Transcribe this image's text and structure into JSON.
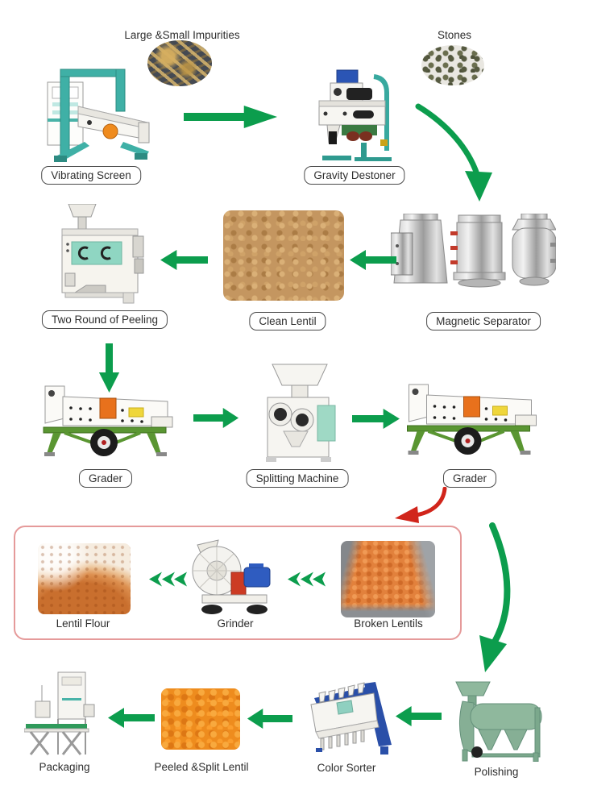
{
  "colors": {
    "arrow_green": "#0c9d4d",
    "arrow_red": "#d1251b",
    "highlight_box_border": "#e59a9a",
    "label_border": "#4a4a4a",
    "label_text": "#2e2e2e"
  },
  "nodes": {
    "large_small_impurities": {
      "label": "Large &Small Impurities",
      "type": "byproduct-photo"
    },
    "stones": {
      "label": "Stones",
      "type": "byproduct-photo"
    },
    "vibrating_screen": {
      "label": "Vibrating Screen",
      "type": "machine"
    },
    "gravity_destoner": {
      "label": "Gravity Destoner",
      "type": "machine"
    },
    "magnetic_separator": {
      "label": "Magnetic Separator",
      "type": "machine"
    },
    "clean_lentil": {
      "label": "Clean Lentil",
      "type": "product-photo"
    },
    "two_round_of_peeling": {
      "label": "Two Round of Peeling",
      "type": "machine"
    },
    "grader_1": {
      "label": "Grader",
      "type": "machine"
    },
    "splitting_machine": {
      "label": "Splitting Machine",
      "type": "machine"
    },
    "grader_2": {
      "label": "Grader",
      "type": "machine"
    },
    "lentil_flour": {
      "label": "Lentil Flour",
      "type": "product-photo"
    },
    "grinder": {
      "label": "Grinder",
      "type": "machine"
    },
    "broken_lentils": {
      "label": "Broken Lentils",
      "type": "product-photo"
    },
    "packaging": {
      "label": "Packaging",
      "type": "machine"
    },
    "peeled_split_lentil": {
      "label": "Peeled &Split Lentil",
      "type": "product-photo"
    },
    "color_sorter": {
      "label": "Color Sorter",
      "type": "machine"
    },
    "polishing": {
      "label": "Polishing",
      "type": "machine"
    }
  },
  "connections": [
    {
      "from": "vibrating_screen",
      "to": "gravity_destoner",
      "style": "green-straight-right"
    },
    {
      "from": "gravity_destoner",
      "to": "magnetic_separator",
      "style": "green-curved-down"
    },
    {
      "from": "magnetic_separator",
      "to": "clean_lentil",
      "style": "green-straight-left"
    },
    {
      "from": "clean_lentil",
      "to": "two_round_of_peeling",
      "style": "green-straight-left"
    },
    {
      "from": "two_round_of_peeling",
      "to": "grader_1",
      "style": "green-straight-down"
    },
    {
      "from": "grader_1",
      "to": "splitting_machine",
      "style": "green-straight-right"
    },
    {
      "from": "splitting_machine",
      "to": "grader_2",
      "style": "green-straight-right"
    },
    {
      "from": "grader_2",
      "to": "broken_lentils",
      "style": "red-curved-down"
    },
    {
      "from": "broken_lentils",
      "to": "grinder",
      "style": "green-chevrons-left"
    },
    {
      "from": "grinder",
      "to": "lentil_flour",
      "style": "green-chevrons-left"
    },
    {
      "from": "grader_2",
      "to": "polishing",
      "style": "green-curved-down"
    },
    {
      "from": "polishing",
      "to": "color_sorter",
      "style": "green-straight-left"
    },
    {
      "from": "color_sorter",
      "to": "peeled_split_lentil",
      "style": "green-straight-left"
    },
    {
      "from": "peeled_split_lentil",
      "to": "packaging",
      "style": "green-straight-left"
    }
  ]
}
